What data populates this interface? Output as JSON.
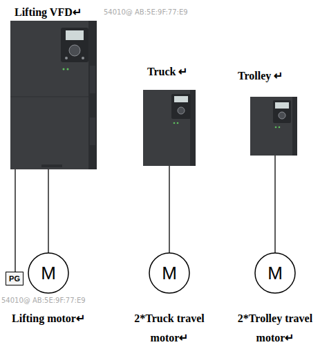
{
  "diagram": {
    "nodes": [
      {
        "text": [
          "Lifting VFD↵"
        ]
      },
      {
        "text": [
          "Truck ↵"
        ]
      },
      {
        "text": [
          "Trolley ↵"
        ]
      },
      {
        "text": [
          "PG"
        ]
      },
      {
        "text": [
          "M",
          "Lifting motor↵"
        ]
      },
      {
        "text": [
          "M",
          "2*Truck travel motor↵"
        ]
      },
      {
        "text": [
          "M",
          "2*Trolley travel motor↵"
        ]
      }
    ],
    "edges": [
      {
        "from": 0,
        "to": 3,
        "arrow": "none"
      },
      {
        "from": 0,
        "to": 4,
        "arrow": "none"
      },
      {
        "from": 1,
        "to": 5,
        "arrow": "none"
      },
      {
        "from": 2,
        "to": 6,
        "arrow": "none"
      }
    ],
    "labels": [
      "54010@ AB:5E:9F:77:E9",
      "54010@ AB:5E:9F:77:E9"
    ]
  }
}
